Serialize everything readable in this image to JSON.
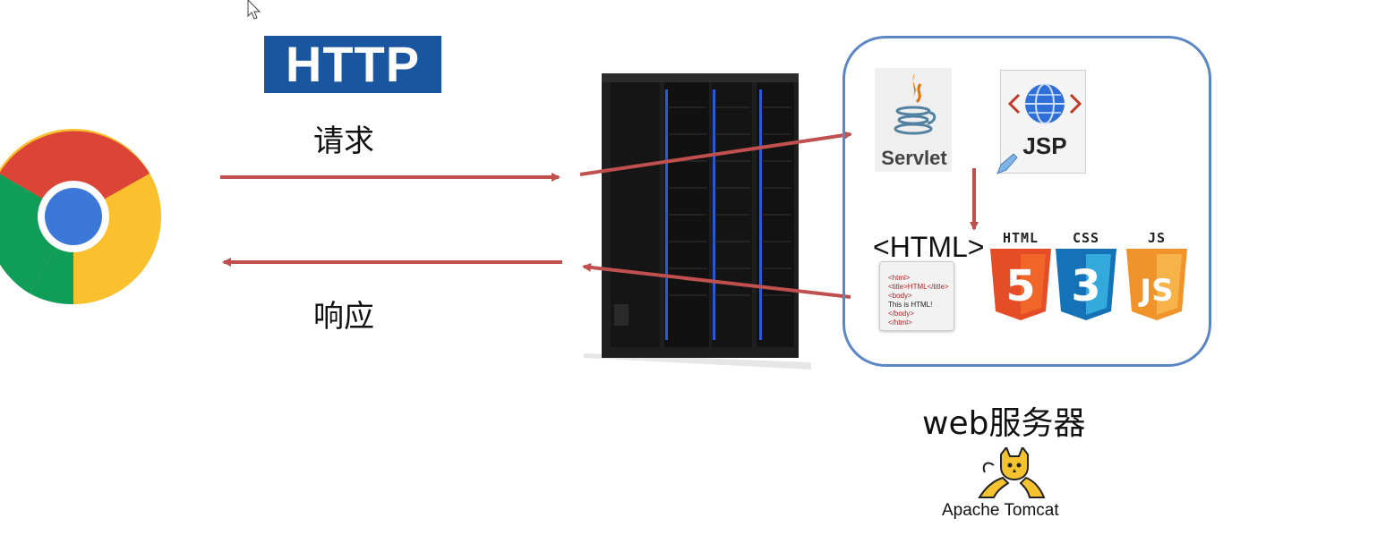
{
  "http_logo": "HTTP",
  "request_label": "请求",
  "response_label": "响应",
  "web_server": {
    "label": "web服务器",
    "servlet_label": "Servlet",
    "jsp_label": "JSP",
    "html_title": "<HTML>",
    "html_code": [
      {
        "text": "<html>",
        "plain": false
      },
      {
        "text": "<title>HTML</title>",
        "plain": false
      },
      {
        "text": "<body>",
        "plain": false
      },
      {
        "text": "This is HTML!",
        "plain": true
      },
      {
        "text": "</body>",
        "plain": false
      },
      {
        "text": "</html>",
        "plain": false
      }
    ],
    "badges": [
      {
        "label": "HTML",
        "digit": "5",
        "color": "#e44d26",
        "light": "#f16529"
      },
      {
        "label": "CSS",
        "digit": "3",
        "color": "#1572b6",
        "light": "#33a9dc"
      },
      {
        "label": "JS",
        "digit": "JS",
        "color": "#f0932b",
        "light": "#f7b24a"
      }
    ]
  },
  "tomcat_label": "Apache Tomcat",
  "colors": {
    "arrow": "#c0504d",
    "box_border": "#5a86c4",
    "http_bg": "#1a56a0",
    "server_rack": "#1e1e1e"
  },
  "icons": [
    "cursor-icon",
    "chrome-icon",
    "server-rack-icon",
    "java-icon",
    "globe-icon",
    "tomcat-cat-icon"
  ]
}
